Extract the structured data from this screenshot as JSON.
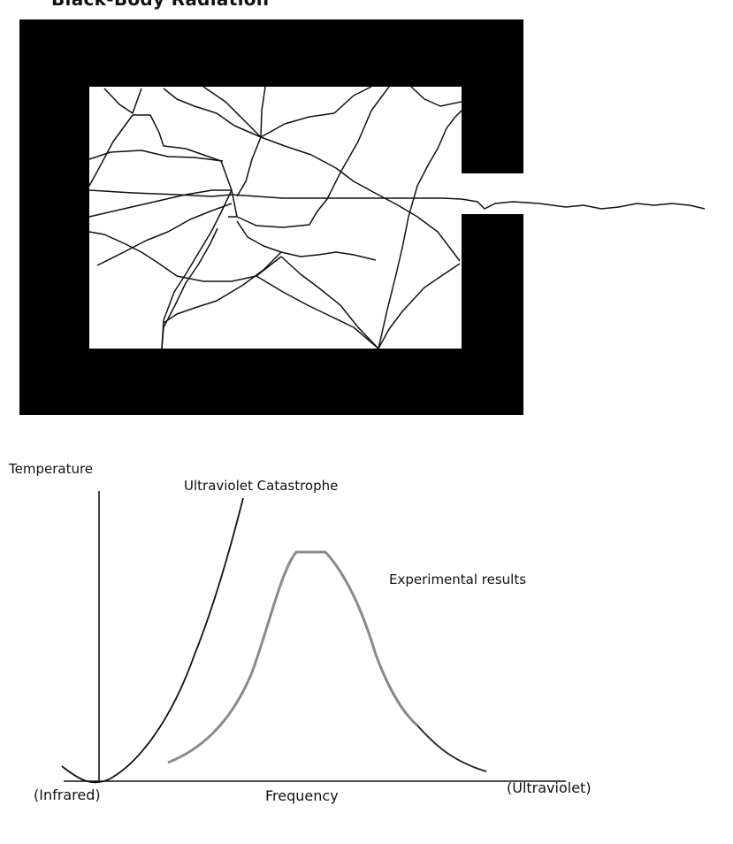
{
  "title": "Black-Body Radiation",
  "labels": {
    "temperature": "Temperature",
    "ultraviolet_catastrophe": "Ultraviolet Catastrophe",
    "experimental_results": "Experimental results",
    "infrared": "(Infrared)",
    "frequency": "Frequency",
    "ultraviolet": "(Ultraviolet)"
  },
  "colors": {
    "cavity_wall": "#000000",
    "catastrophe_curve": "#111111",
    "experimental_curve_light": "#8a8a8a",
    "experimental_curve_dark": "#2a2a2a"
  }
}
